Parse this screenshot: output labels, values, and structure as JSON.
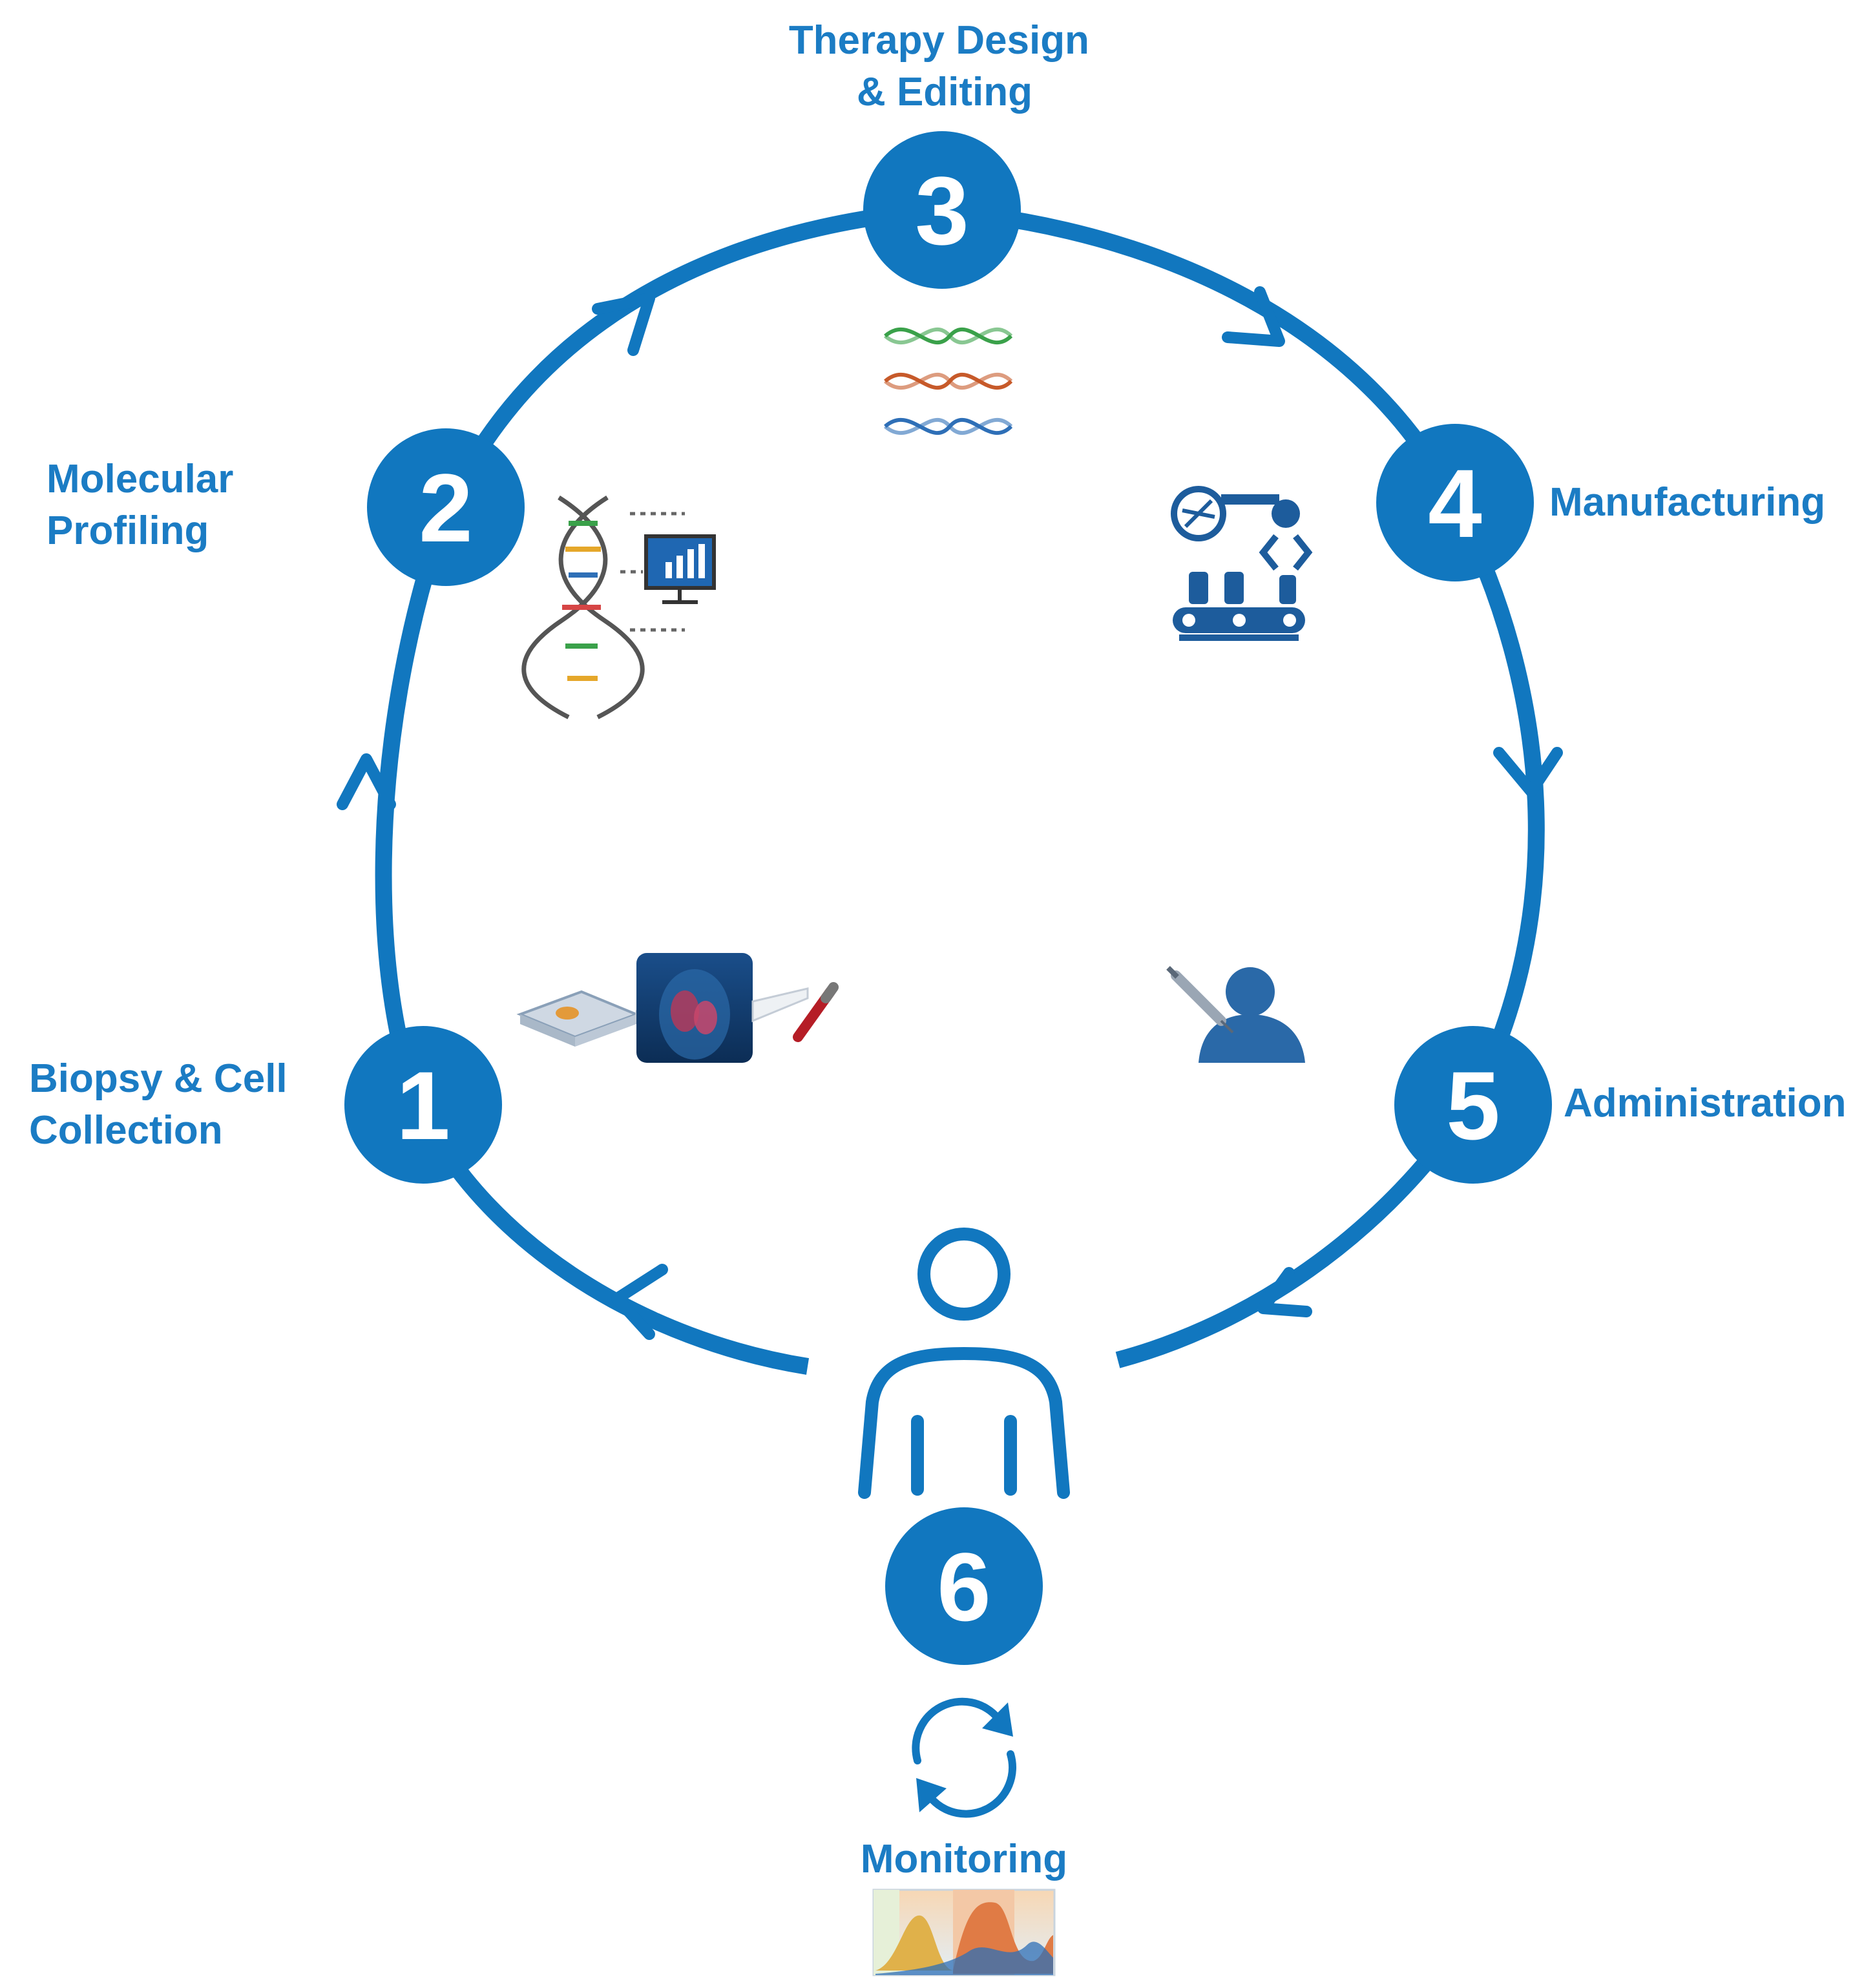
{
  "colors": {
    "accent": "#1177bf",
    "label": "#1b7cc4"
  },
  "steps": [
    {
      "number": "1",
      "label_lines": [
        "Biopsy & Cell",
        "Collection"
      ],
      "icon": "biopsy-scan-icon"
    },
    {
      "number": "2",
      "label_lines": [
        "Molecular",
        "Profiling"
      ],
      "icon": "dna-analysis-icon"
    },
    {
      "number": "3",
      "label_lines": [
        "Therapy Design",
        "& Editing"
      ],
      "icon": "rna-strands-icon"
    },
    {
      "number": "4",
      "label_lines": [
        "Manufacturing"
      ],
      "icon": "factory-conveyor-icon"
    },
    {
      "number": "5",
      "label_lines": [
        "Administration"
      ],
      "icon": "patient-injection-icon"
    },
    {
      "number": "6",
      "label_lines": [
        "Monitoring"
      ],
      "icon": "person-outline-icon"
    }
  ],
  "extra_icons": [
    "refresh-cycle-icon",
    "monitoring-chart-thumbnail"
  ]
}
